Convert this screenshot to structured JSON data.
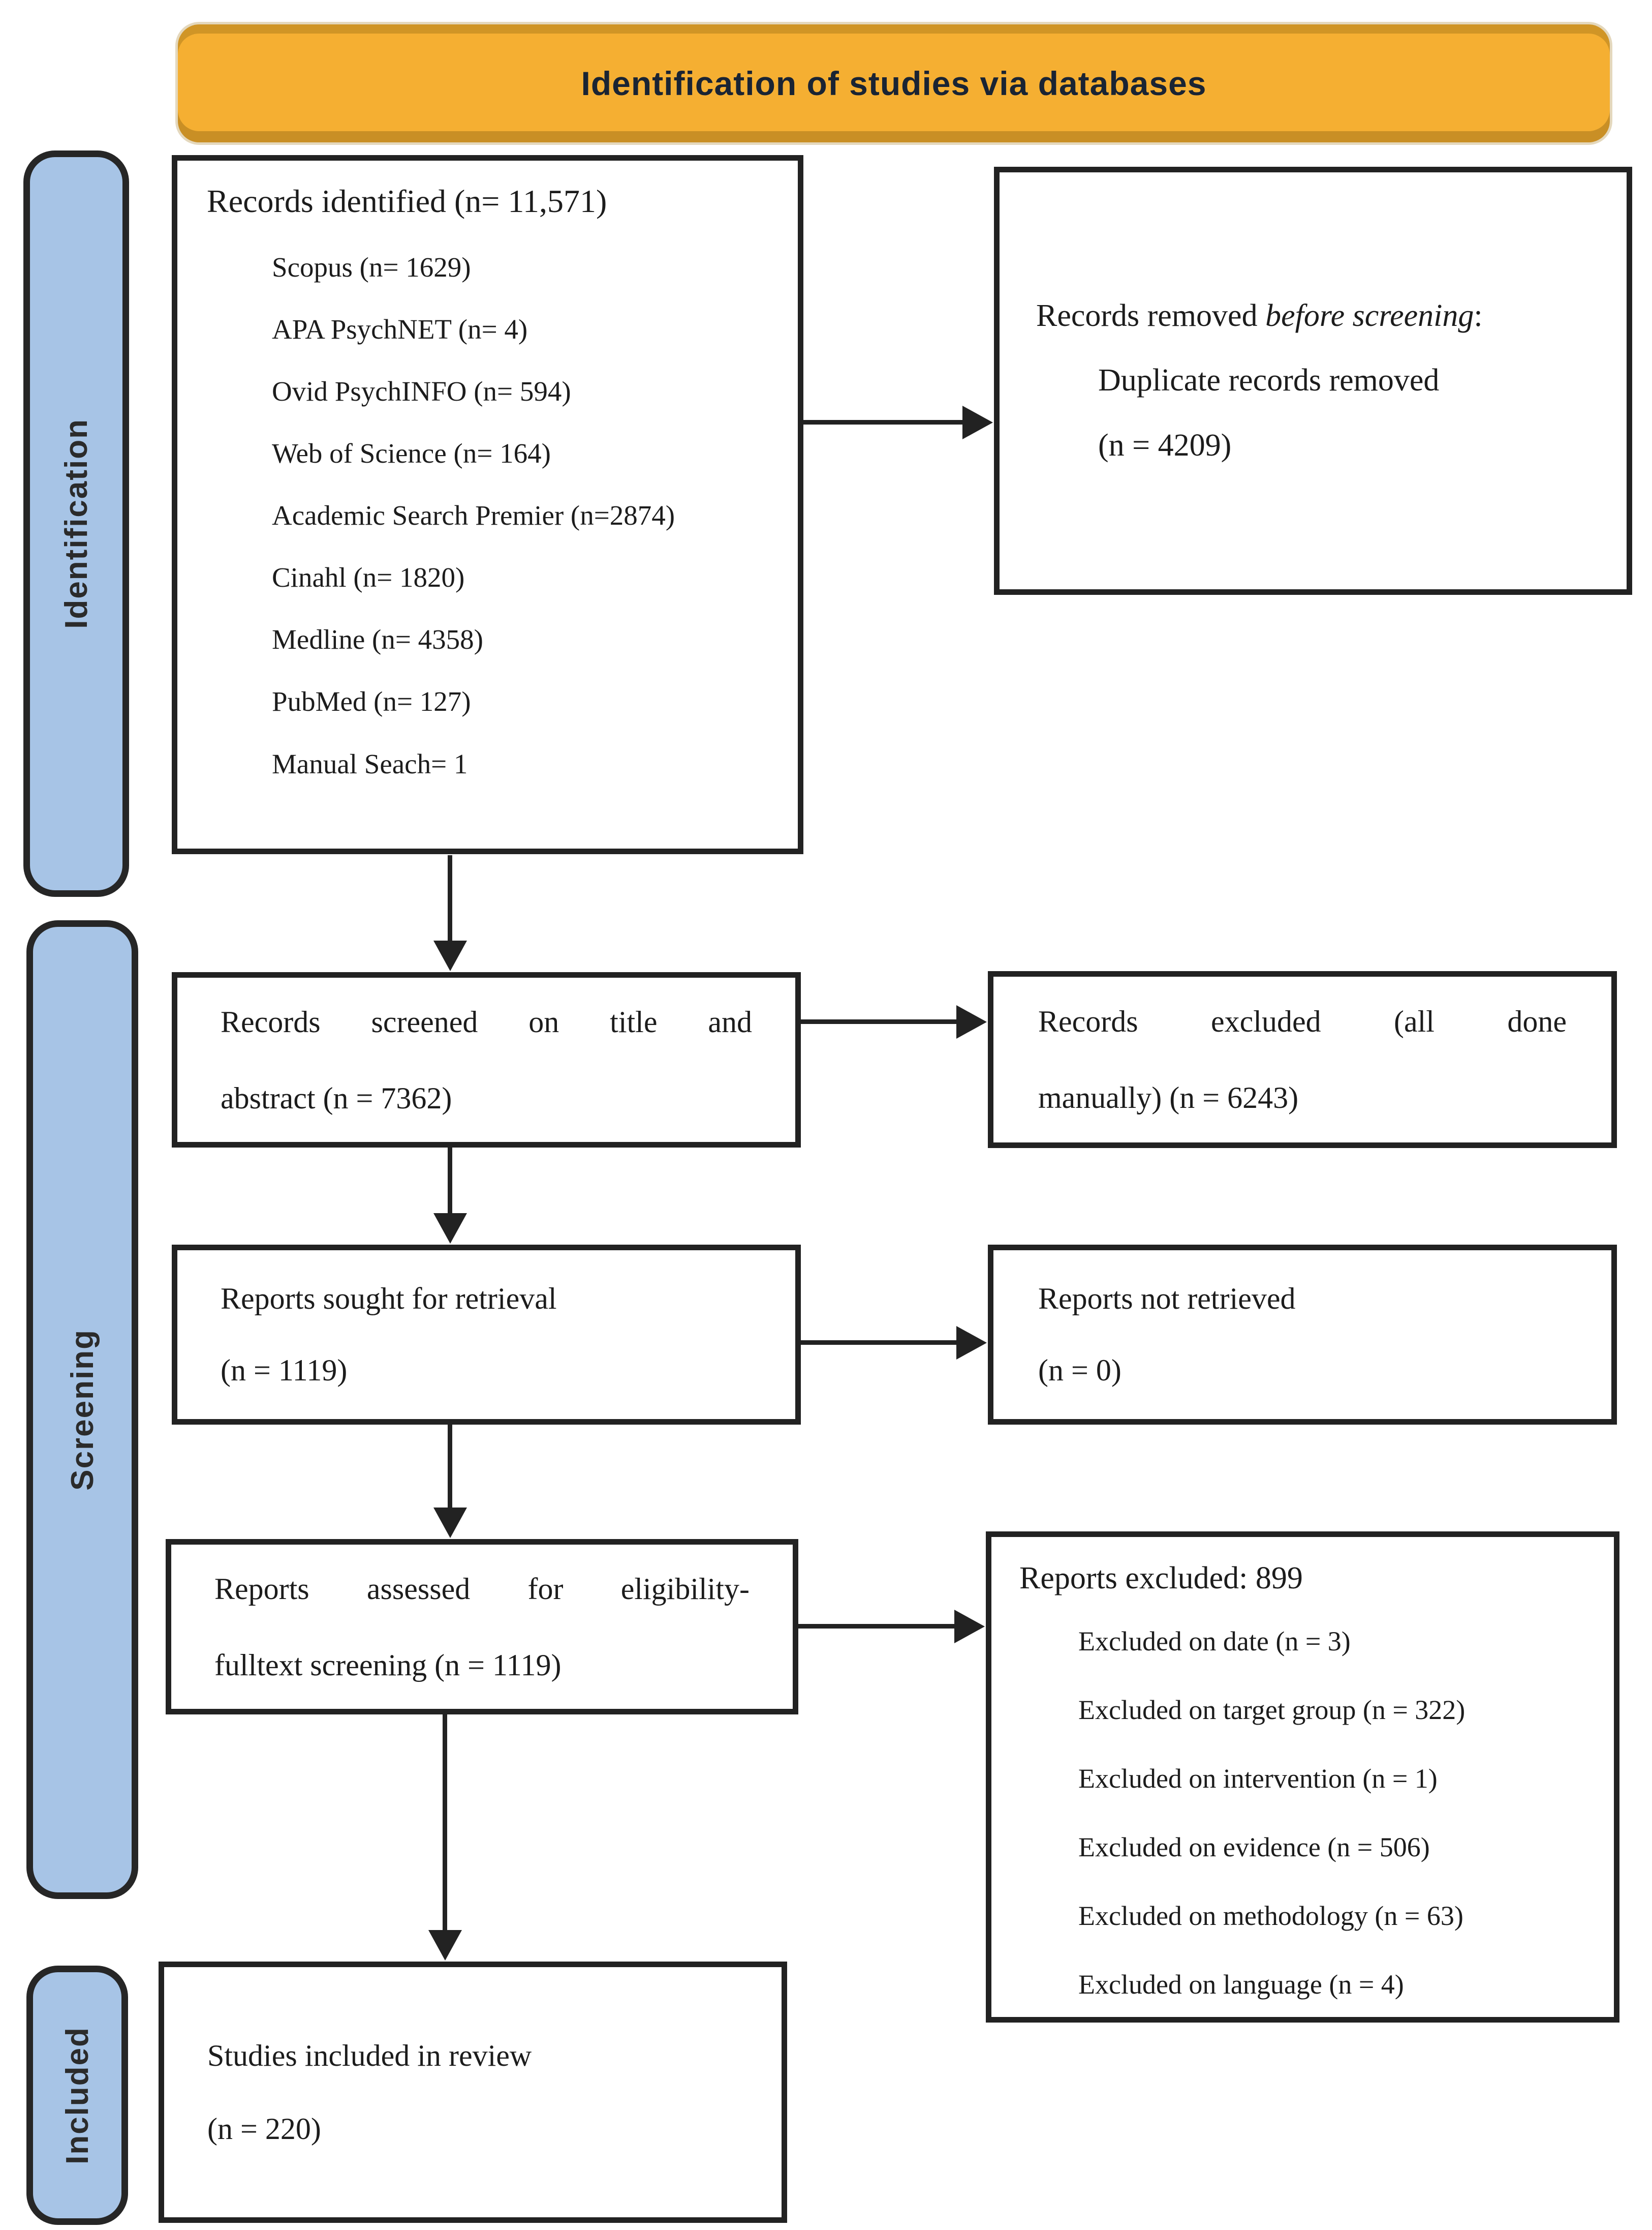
{
  "banner": {
    "title": "Identification of studies via databases",
    "bg": "#F5AF32",
    "text_color": "#1A2433"
  },
  "stage_bg": "#A7C4E6",
  "stages": [
    {
      "label": "Identification"
    },
    {
      "label": "Screening"
    },
    {
      "label": "Included"
    }
  ],
  "boxes": {
    "records_identified": {
      "heading": "Records identified (n= 11,571)",
      "items": [
        "Scopus (n= 1629)",
        "APA PsychNET (n= 4)",
        "Ovid PsychINFO (n= 594)",
        "Web of Science (n= 164)",
        "Academic Search Premier (n=2874)",
        "Cinahl (n= 1820)",
        "Medline (n= 4358)",
        "PubMed (n= 127)",
        "Manual Seach= 1"
      ]
    },
    "records_removed": {
      "line1_pre": "Records removed ",
      "line1_em": "before screening",
      "line1_post": ":",
      "line2": "Duplicate records removed",
      "line3": "(n = 4209)"
    },
    "records_screened": {
      "line1": "Records screened on title and",
      "line2": "abstract (n = 7362)"
    },
    "records_excluded": {
      "line1": "Records excluded (all done",
      "line2": "manually) (n = 6243)"
    },
    "reports_sought": {
      "line1": "Reports sought for retrieval",
      "line2": "(n = 1119)"
    },
    "reports_not_retrieved": {
      "line1": "Reports not retrieved",
      "line2": "(n = 0)"
    },
    "reports_assessed": {
      "line1": "Reports assessed for eligibility-",
      "line2": "fulltext screening (n = 1119)"
    },
    "reports_excluded": {
      "heading": "Reports excluded: 899",
      "items": [
        "Excluded on date (n = 3)",
        "Excluded on target group (n = 322)",
        "Excluded on intervention (n = 1)",
        "Excluded on evidence (n = 506)",
        "Excluded on methodology (n = 63)",
        "Excluded on language (n = 4)"
      ]
    },
    "studies_included": {
      "line1": "Studies included in review",
      "line2": "(n = 220)"
    }
  }
}
